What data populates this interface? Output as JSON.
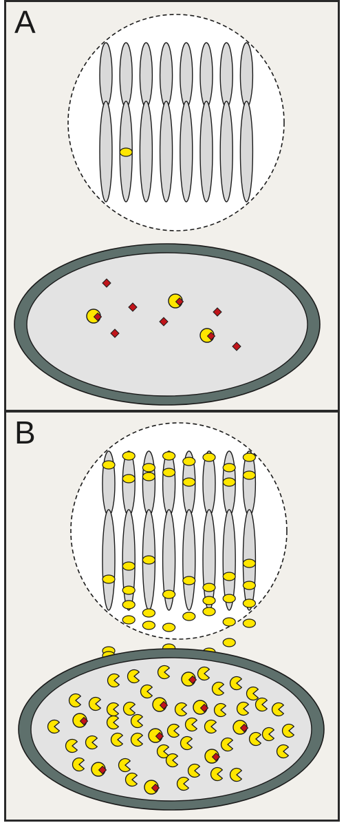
{
  "panels": [
    {
      "id": "A",
      "label": "A"
    },
    {
      "id": "B",
      "label": "B"
    }
  ],
  "colors": {
    "background": "#f2f0eb",
    "border": "#2a2a2a",
    "nucleus_fill": "#ffffff",
    "chromosome_fill": "#d9d9d9",
    "cell_wall": "#5e706c",
    "cytoplasm": "#e3e3e3",
    "protein_yellow": "#ffe600",
    "ligand_red": "#c0151b"
  },
  "icons": {
    "chromosome": "elongated-ellipse",
    "protein": "pacman-shape",
    "ligand": "red-diamond",
    "bound_protein": "yellow-circle-with-red-diamond"
  }
}
